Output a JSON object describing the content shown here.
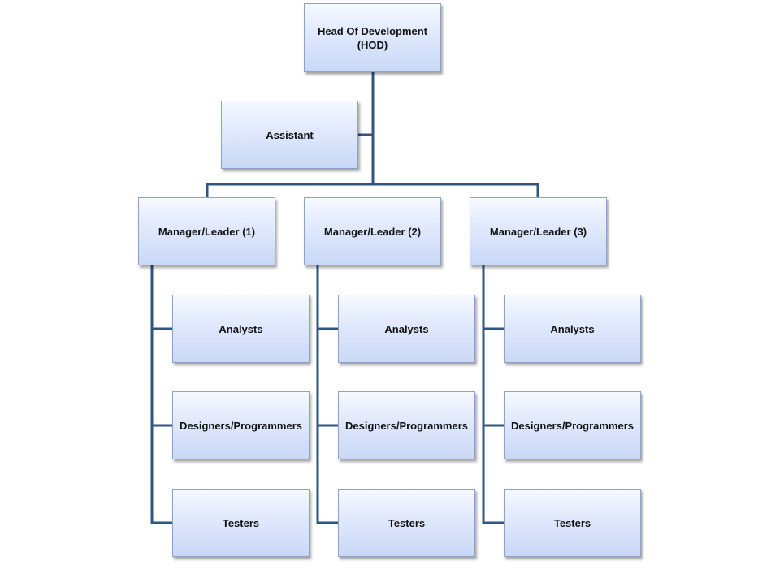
{
  "diagram": {
    "hod": "Head Of Development\n(HOD)",
    "assistant": "Assistant",
    "managers": [
      {
        "label": "Manager/Leader (1)",
        "team": [
          "Analysts",
          "Designers/Programmers",
          "Testers"
        ]
      },
      {
        "label": "Manager/Leader (2)",
        "team": [
          "Analysts",
          "Designers/Programmers",
          "Testers"
        ]
      },
      {
        "label": "Manager/Leader (3)",
        "team": [
          "Analysts",
          "Designers/Programmers",
          "Testers"
        ]
      }
    ],
    "colors": {
      "connector": "#2f5583",
      "box_border": "#8ea2c8",
      "box_fill_top": "#f7f9ff",
      "box_fill_bottom": "#c9d8f7"
    }
  }
}
